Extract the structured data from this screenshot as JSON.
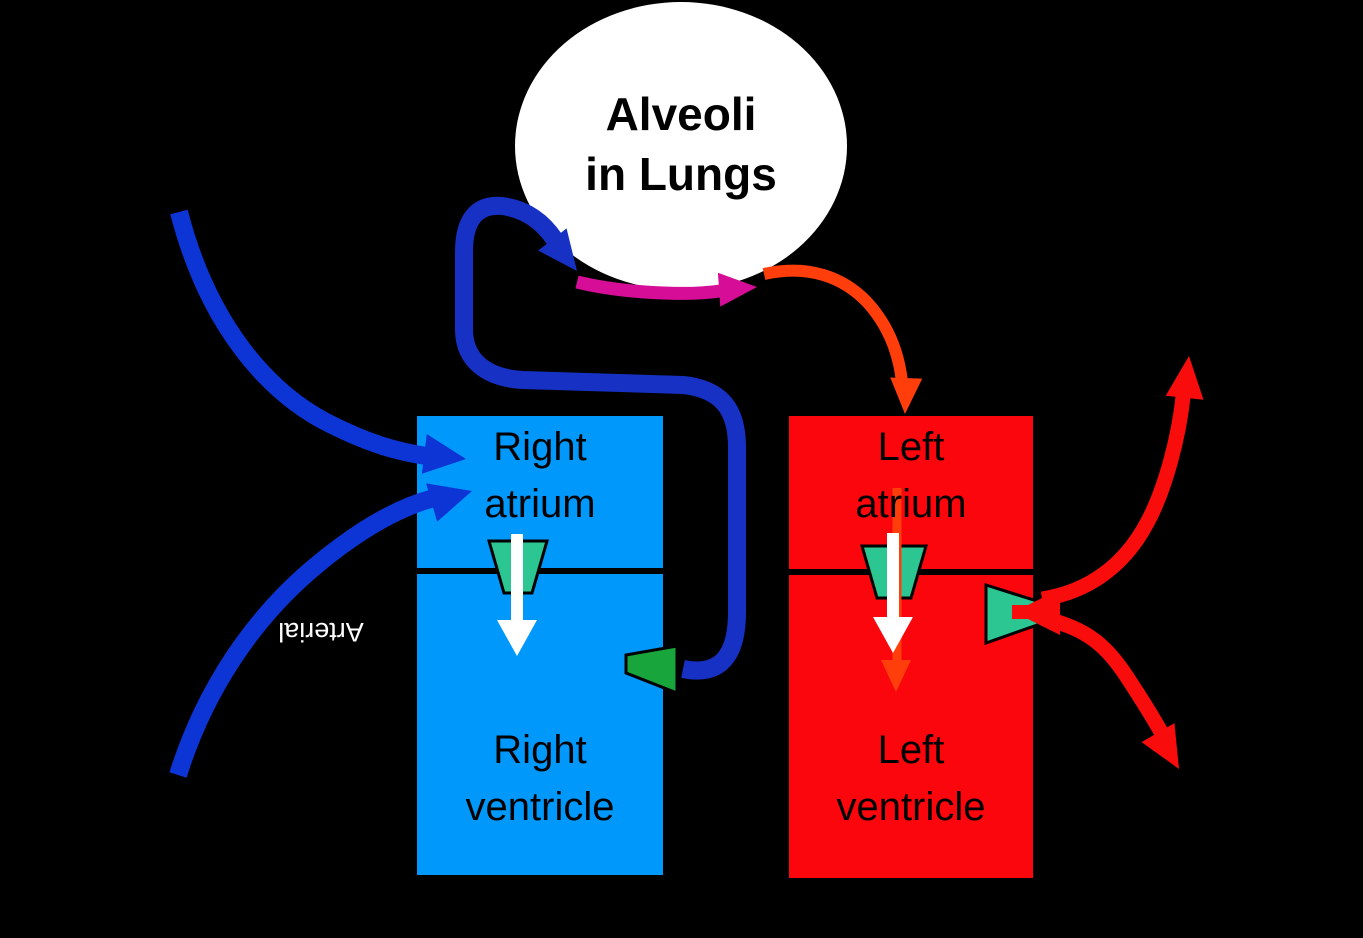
{
  "diagram": {
    "description": "Blood flow through the heart and lungs"
  },
  "labels": {
    "lungs": "Alveoli\nin Lungs",
    "right_atrium": "Right\natrium",
    "right_ventricle": "Right\nventricle",
    "left_atrium": "Left\natrium",
    "left_ventricle": "Left\nventricle",
    "arterial": "Arterial"
  },
  "colors": {
    "background": "#000000",
    "lungs_fill": "#FFFFFF",
    "right_heart_fill": "#0099FB",
    "left_heart_fill": "#FA060C",
    "divider": "#000000",
    "venous_arrow": "#0D35D6",
    "pulmonary_artery": "#1631C4",
    "capillary_arrow": "#D60D96",
    "pulmonary_vein": "#FF3E0C",
    "aorta_arrow": "#F90C0C",
    "flow_arrow": "#FFFFFF",
    "valve_teal": "#2BC692",
    "valve_green": "#17A53C"
  }
}
